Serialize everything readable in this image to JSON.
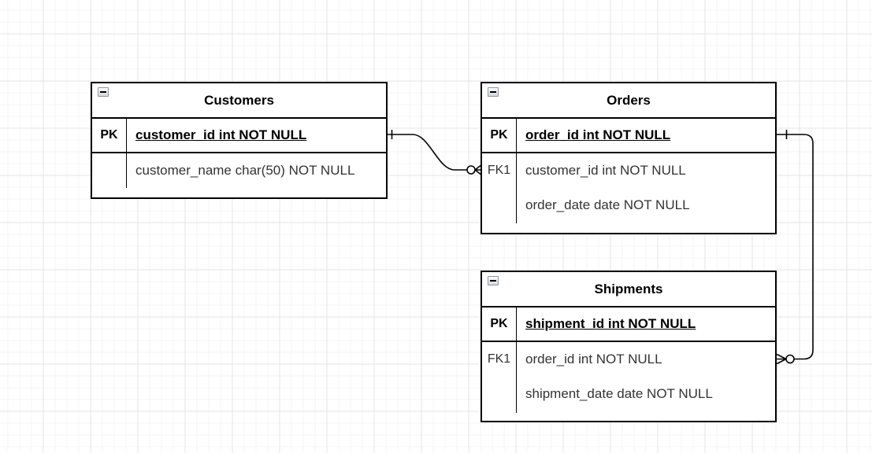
{
  "diagram": {
    "type": "entity-relationship",
    "background": "#ffffff",
    "grid_minor_color": "#f4f4f4",
    "grid_major_color": "#e4e4e4",
    "line_color": "#000000",
    "entity_fill": "#ffffff",
    "collapse_icon": "minus"
  },
  "entities": [
    {
      "name": "Customers",
      "rows": [
        {
          "key": "PK",
          "text": "customer_id int NOT NULL",
          "is_pk": true
        },
        {
          "key": "",
          "text": "customer_name char(50) NOT NULL",
          "is_pk": false
        }
      ]
    },
    {
      "name": "Orders",
      "rows": [
        {
          "key": "PK",
          "text": "order_id int NOT NULL",
          "is_pk": true
        },
        {
          "key": "FK1",
          "text": "customer_id int NOT NULL",
          "is_pk": false
        },
        {
          "key": "",
          "text": "order_date date NOT NULL",
          "is_pk": false
        }
      ]
    },
    {
      "name": "Shipments",
      "rows": [
        {
          "key": "PK",
          "text": "shipment_id int NOT NULL",
          "is_pk": true
        },
        {
          "key": "FK1",
          "text": "order_id int NOT NULL",
          "is_pk": false
        },
        {
          "key": "",
          "text": "shipment_date date NOT NULL",
          "is_pk": false
        }
      ]
    }
  ],
  "relationships": [
    {
      "from": "Customers",
      "from_attribute": "customer_id",
      "from_cardinality": "one",
      "to": "Orders",
      "to_attribute": "customer_id",
      "to_cardinality": "zero-or-many",
      "notation": "crow-foot"
    },
    {
      "from": "Orders",
      "from_attribute": "order_id",
      "from_cardinality": "one",
      "to": "Shipments",
      "to_attribute": "order_id",
      "to_cardinality": "zero-or-many",
      "notation": "crow-foot"
    }
  ]
}
